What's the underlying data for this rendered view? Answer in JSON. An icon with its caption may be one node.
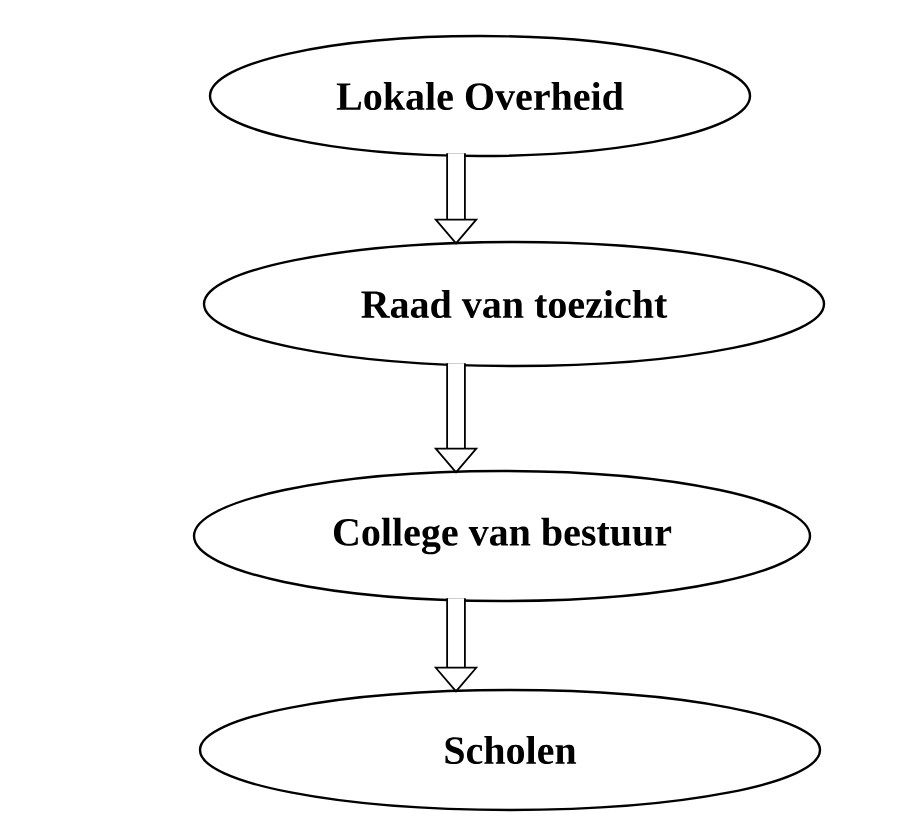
{
  "diagram": {
    "nodes": [
      {
        "text": [
          "Lokale Overheid"
        ]
      },
      {
        "text": [
          "Raad van toezicht"
        ]
      },
      {
        "text": [
          "College van bestuur"
        ]
      },
      {
        "text": [
          "Scholen"
        ]
      }
    ],
    "edges": [
      {
        "from": 0,
        "to": 1,
        "arrow": "to"
      },
      {
        "from": 1,
        "to": 2,
        "arrow": "to"
      },
      {
        "from": 2,
        "to": 3,
        "arrow": "to"
      }
    ]
  }
}
